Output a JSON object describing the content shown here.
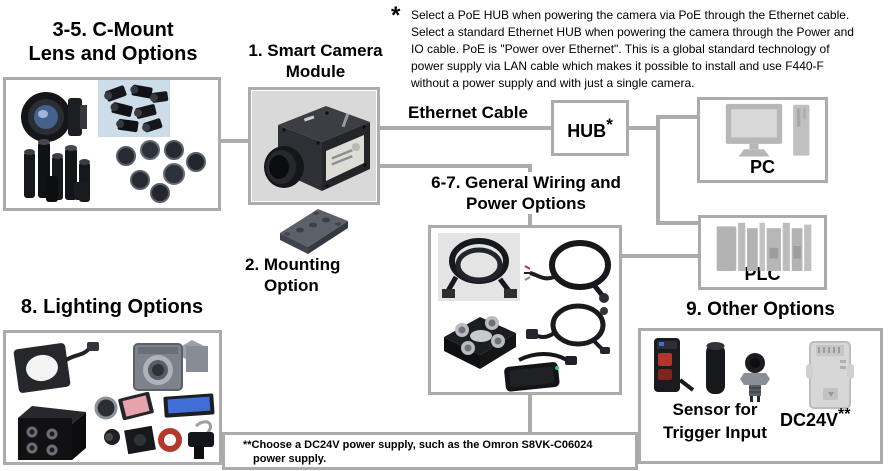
{
  "sections": {
    "cmount": {
      "title_lines": [
        "3-5. C-Mount",
        "Lens and Options"
      ]
    },
    "camera": {
      "title_lines": [
        "1. Smart Camera",
        "Module"
      ]
    },
    "mounting": {
      "title_lines": [
        "2. Mounting",
        "Option"
      ]
    },
    "wiring": {
      "title_lines": [
        "6-7. General Wiring and",
        "Power Options"
      ]
    },
    "lighting": {
      "title": "8. Lighting Options"
    },
    "other": {
      "title": "9. Other Options",
      "sensor_label_lines": [
        "Sensor for",
        "Trigger Input"
      ],
      "dc24v_label": "DC24V",
      "dc24v_marker": "**"
    }
  },
  "labels": {
    "ethernet_cable": "Ethernet Cable",
    "hub": "HUB",
    "hub_marker": "*",
    "pc": "PC",
    "plc": "PLC"
  },
  "footnotes": {
    "poe_marker": "*",
    "poe_lines": [
      "Select a PoE HUB when powering the camera via PoE through the Ethernet cable.",
      "Select a standard Ethernet HUB when powering the camera through the Power and",
      "IO cable. PoE is \"Power over Ethernet\". This is a global standard technology of",
      "power supply via LAN cable which makes it possible to install and use F440-F",
      "without a power supply and with just a single camera."
    ],
    "dc24v_lines": [
      "**Choose a DC24V power supply, such as the Omron S8VK-C06024",
      "power supply."
    ]
  },
  "colors": {
    "connector_gray": "#ababab",
    "text": "#000000",
    "background": "#ffffff",
    "photo_bg_gray": "#d9d9d9",
    "lens_kit_bg_blue": "#ccdde9",
    "sensor_red": "#b3342c",
    "light_pink": "#e6a3ab",
    "light_blue": "#3f6fd6",
    "device_gray": "#b7b7b7"
  }
}
